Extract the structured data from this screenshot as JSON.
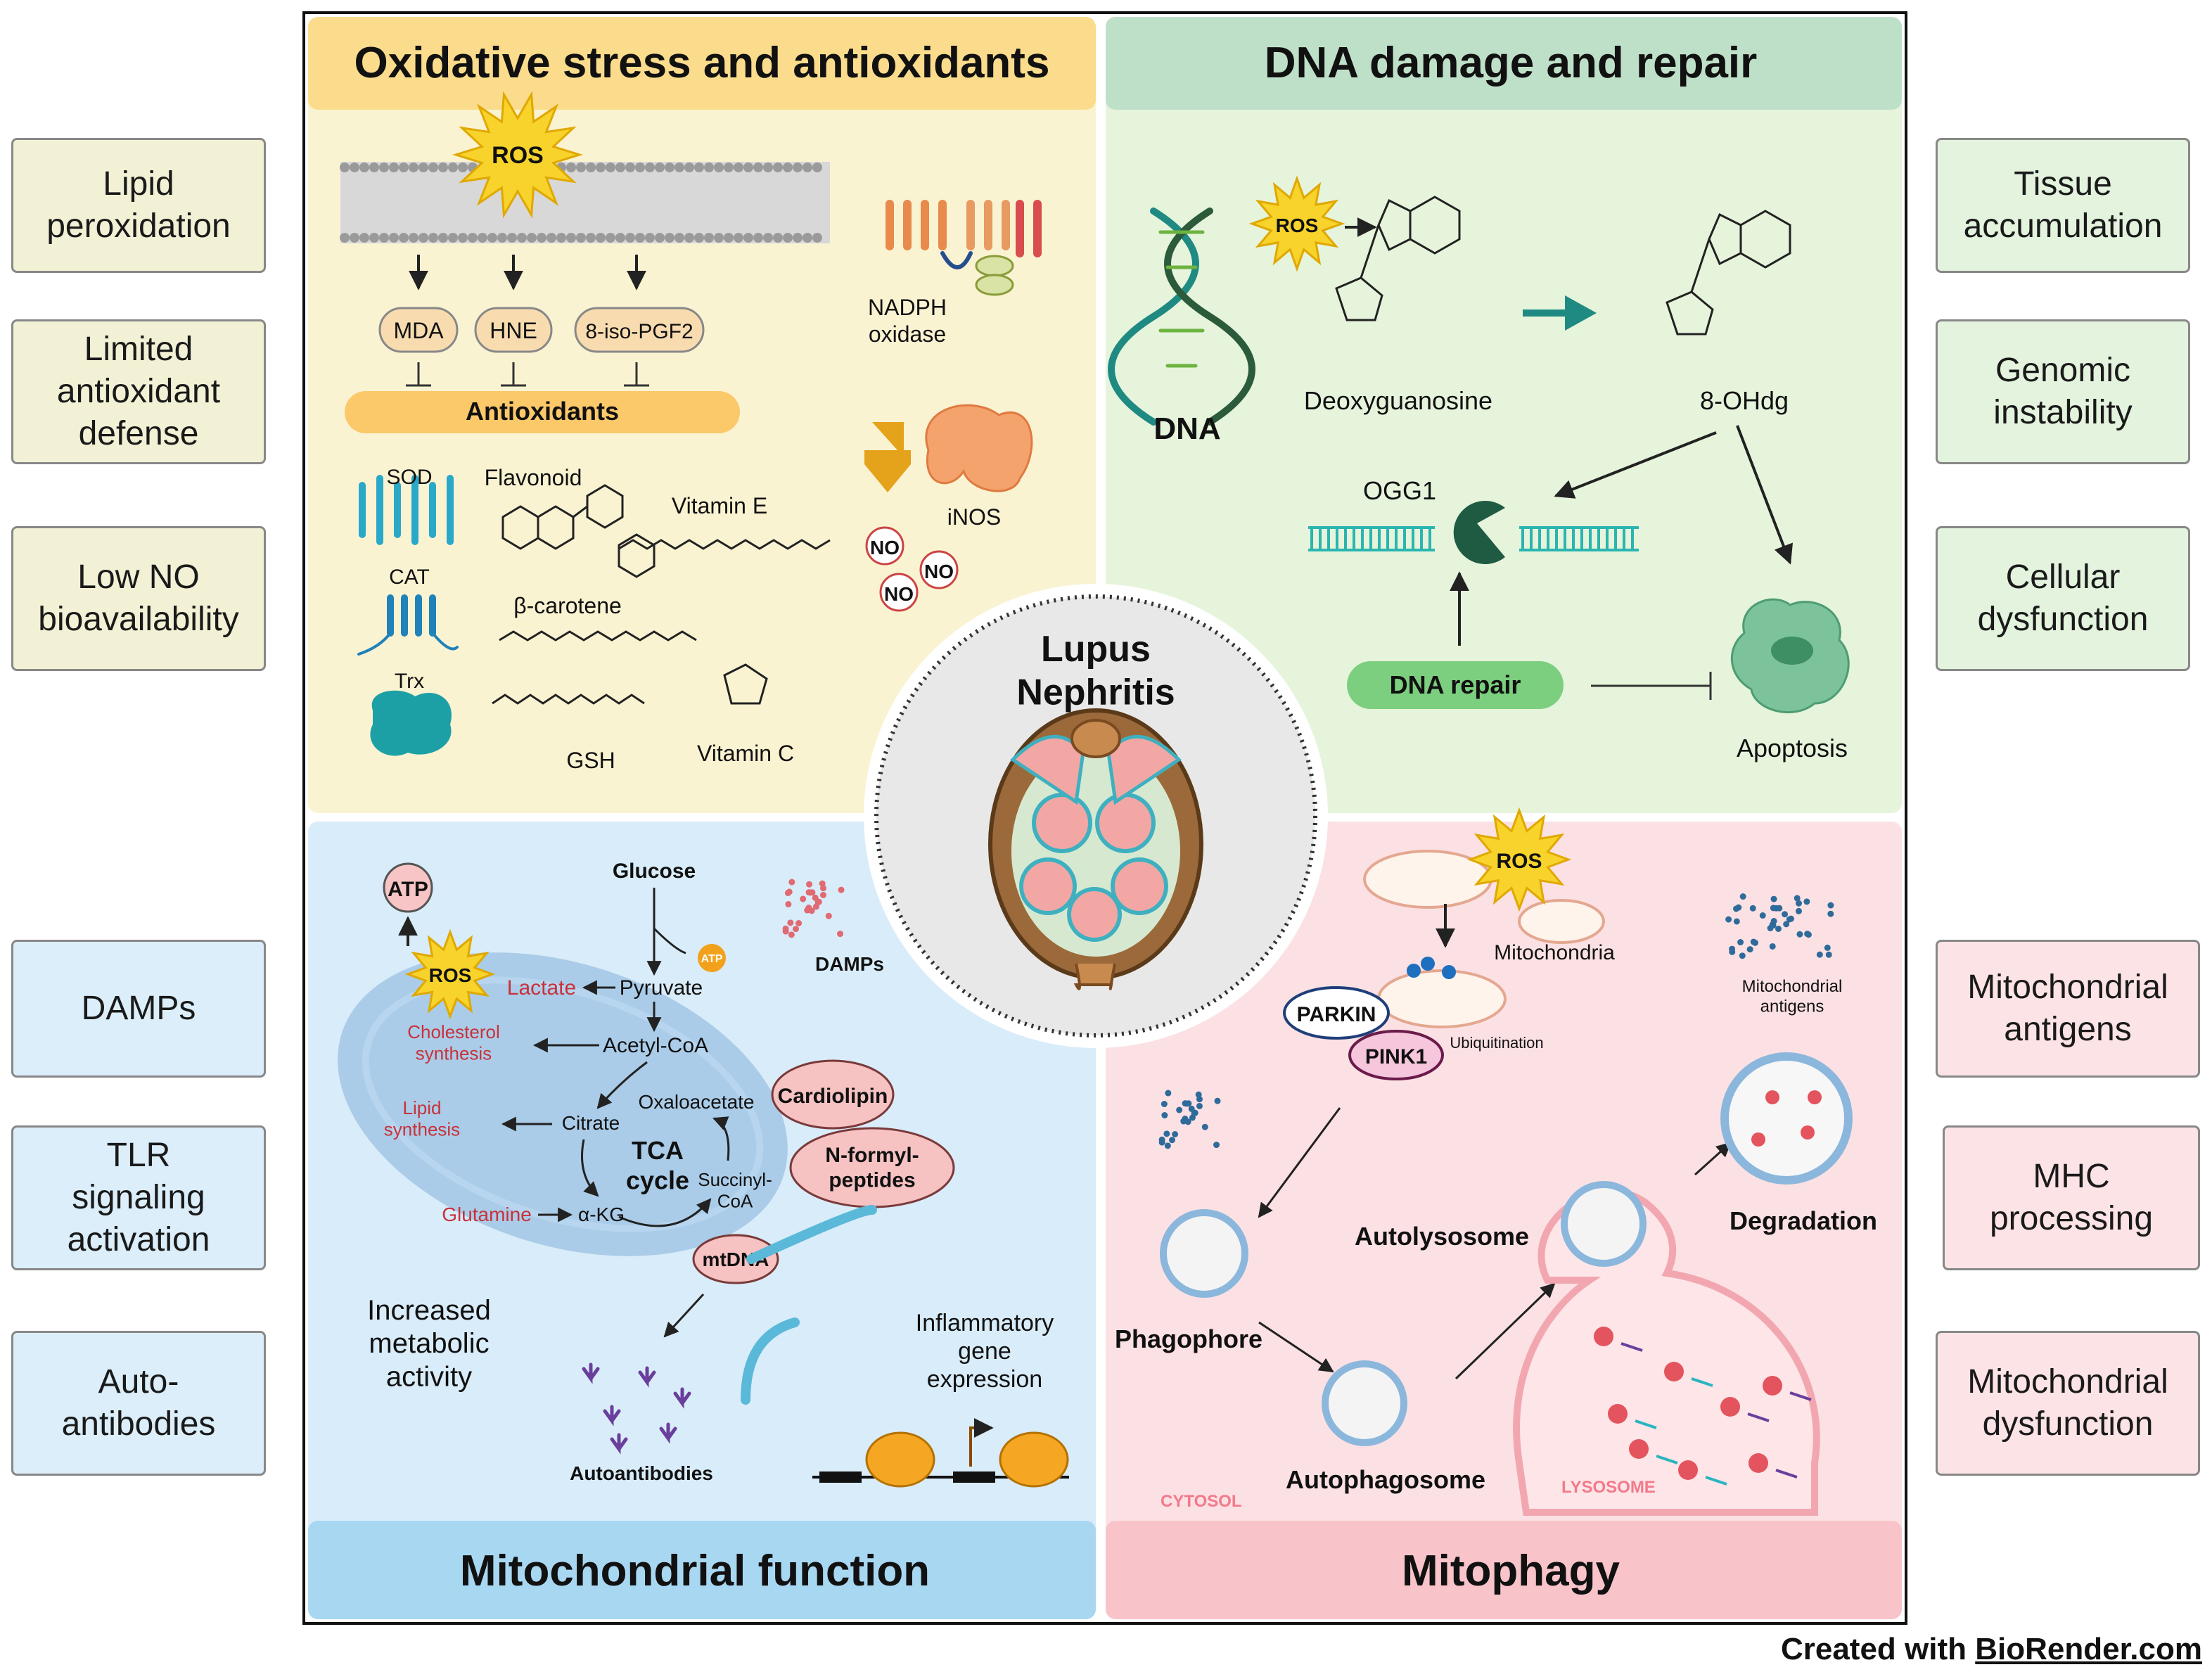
{
  "quadrants": {
    "oxidative": {
      "title": "Oxidative stress and antioxidants",
      "ros": "ROS",
      "products": [
        "MDA",
        "HNE",
        "8-iso-PGF2"
      ],
      "antioxidants": "Antioxidants",
      "nadph": "NADPH\noxidase",
      "inos": "iNOS",
      "no": [
        "NO",
        "NO",
        "NO"
      ],
      "molecules": [
        "SOD",
        "CAT",
        "Trx",
        "Flavonoid",
        "Vitamin E",
        "β-carotene",
        "GSH",
        "Vitamin C"
      ]
    },
    "dna": {
      "title": "DNA damage and repair",
      "ros": "ROS",
      "dna_label": "DNA",
      "deoxyguanosine": "Deoxyguanosine",
      "ohdg": "8-OHdg",
      "ogg1": "OGG1",
      "repair": "DNA repair",
      "apoptosis": "Apoptosis"
    },
    "mito": {
      "title": "Mitochondrial function",
      "atp": "ATP",
      "atp_small": "ATP",
      "ros": "ROS",
      "glucose": "Glucose",
      "pyruvate": "Pyruvate",
      "lactate": "Lactate",
      "acetyl": "Acetyl-CoA",
      "cholesterol": "Cholesterol\nsynthesis",
      "lipid": "Lipid\nsynthesis",
      "citrate": "Citrate",
      "oxaloacetate": "Oxaloacetate",
      "tca": "TCA\ncycle",
      "succinyl": "Succinyl-\nCoA",
      "akg": "α-KG",
      "glutamine": "Glutamine",
      "damps": "DAMPs",
      "cardiolipin": "Cardiolipin",
      "nformyl": "N-formyl-\npeptides",
      "mtdna": "mtDNA",
      "metabolic": "Increased\nmetabolic\nactivity",
      "inflammatory": "Inflammatory\ngene\nexpression",
      "autoantibodies": "Autoantibodies"
    },
    "mitophagy": {
      "title": "Mitophagy",
      "ros": "ROS",
      "mitochondria": "Mitochondria",
      "mito_antigens": "Mitochondrial\nantigens",
      "parkin": "PARKIN",
      "pink1": "PINK1",
      "ubiq": "Ubiquitination",
      "phagophore": "Phagophore",
      "autolysosome": "Autolysosome",
      "degradation": "Degradation",
      "autophagosome": "Autophagosome",
      "cytosol": "CYTOSOL",
      "lysosome": "LYSOSOME"
    }
  },
  "center": {
    "title": "Lupus\nNephritis"
  },
  "left_boxes": [
    "Lipid\nperoxidation",
    "Limited\nantioxidant\ndefense",
    "Low NO\nbioavailability",
    "DAMPs",
    "TLR\nsignaling\nactivation",
    "Auto-\nantibodies"
  ],
  "right_boxes": [
    "Tissue\naccumulation",
    "Genomic\ninstability",
    "Cellular\ndysfunction",
    "Mitochondrial\nantigens",
    "MHC\nprocessing",
    "Mitochondrial\ndysfunction"
  ],
  "credit": {
    "prefix": "Created with ",
    "link": "BioRender.com"
  },
  "colors": {
    "yellow": "#faf3d2",
    "green": "#e6f4dc",
    "blue": "#d9ecf9",
    "pink": "#fce1e4",
    "teal": "#1f8a82"
  }
}
